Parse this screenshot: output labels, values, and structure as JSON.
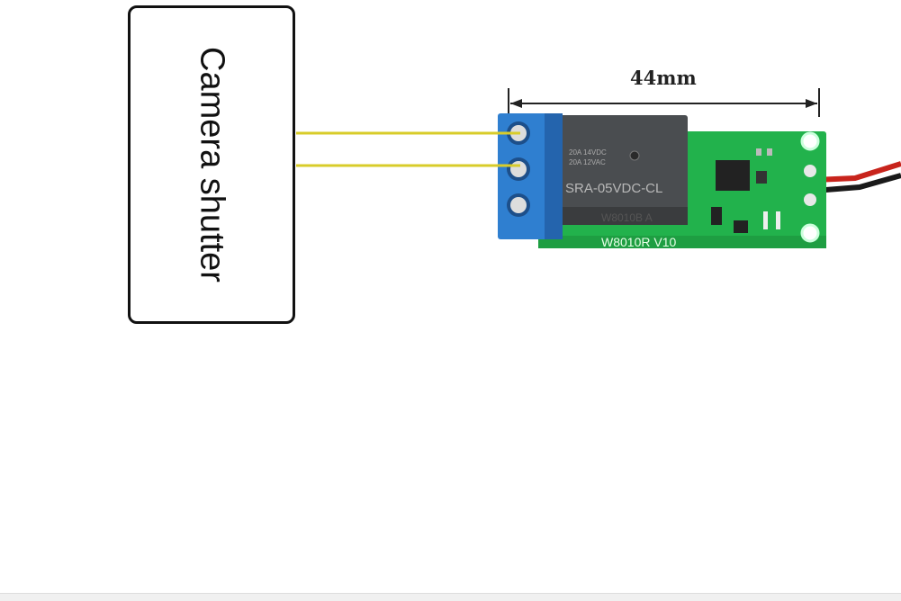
{
  "diagram": {
    "box_label": "Camera shutter",
    "dimension_label": "44mm",
    "relay": {
      "rating_line1": "20A 14VDC",
      "rating_line2": "20A 12VAC",
      "model": "SRA-05VDC-CL",
      "underside_marking": "W8010B A"
    },
    "board_label": "W8010R V10",
    "colors": {
      "wire_signal": "#d8cc2a",
      "terminal": "#2f7fd0",
      "pcb": "#22b24c",
      "relay": "#4a4d50",
      "power_wire_red": "#c8241c",
      "power_wire_black": "#1a1a1a"
    }
  }
}
